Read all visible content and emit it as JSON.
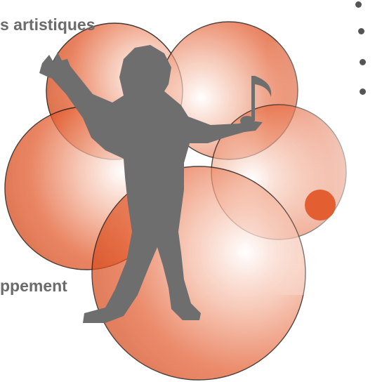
{
  "labels": {
    "top": "s artistiques",
    "bottom": "ppement"
  },
  "bullets": {
    "count": 4
  },
  "colors": {
    "circle_fill": "#e2582a",
    "circle_edge": "#2a1a14",
    "silhouette": "#6e6e6e",
    "text": "#6b6b6b"
  },
  "icons": [
    "dancer-silhouette-icon",
    "music-note-icon"
  ]
}
